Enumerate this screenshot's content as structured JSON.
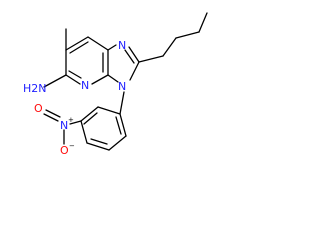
{
  "molecule": {
    "atoms": {
      "amine": "H2N",
      "n_top": "N",
      "n_bottom_ring": "N",
      "n_benzyl": "N",
      "n_nitro": "N",
      "o_upper": "O",
      "o_lower": "O"
    },
    "charges": {
      "n_nitro": "+",
      "o_lower": "−"
    }
  }
}
